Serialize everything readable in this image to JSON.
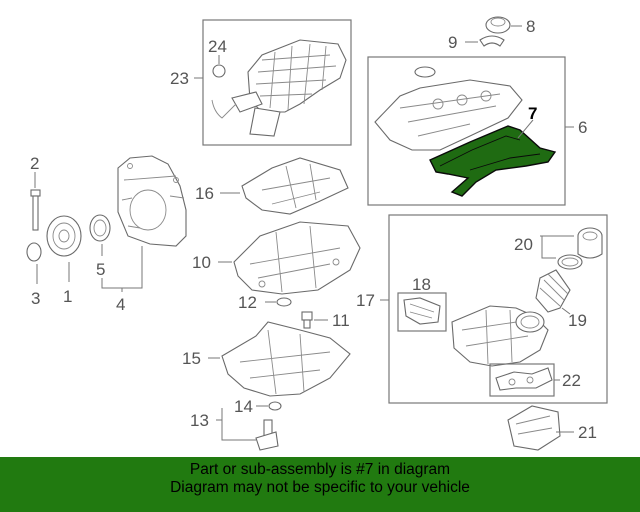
{
  "diagram": {
    "callouts": {
      "c1": "1",
      "c2": "2",
      "c3": "3",
      "c4": "4",
      "c5": "5",
      "c6": "6",
      "c7": "7",
      "c8": "8",
      "c9": "9",
      "c10": "10",
      "c11": "11",
      "c12": "12",
      "c13": "13",
      "c14": "14",
      "c15": "15",
      "c16": "16",
      "c17": "17",
      "c18": "18",
      "c19": "19",
      "c20": "20",
      "c21": "21",
      "c22": "22",
      "c23": "23",
      "c24": "24"
    },
    "highlighted_part": "7",
    "highlight_color": "#1f6b12"
  },
  "banner": {
    "line1": "Part or sub-assembly is #7 in diagram",
    "line2": "Diagram may not be specific to your vehicle",
    "background": "#217a10"
  }
}
